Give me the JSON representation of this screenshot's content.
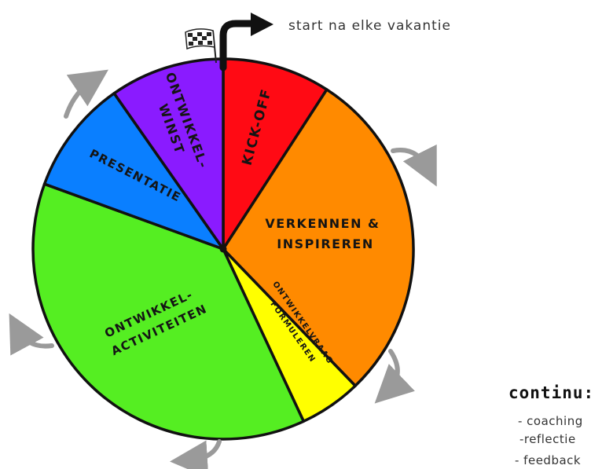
{
  "start_label": "start na elke vakantie",
  "segments": [
    {
      "id": "kickoff",
      "lines": [
        "KICK-OFF"
      ],
      "color": "#ff0a14"
    },
    {
      "id": "verkennen",
      "lines": [
        "VERKENNEN &",
        "INSPIREREN"
      ],
      "color": "#ff8a00"
    },
    {
      "id": "ontwikkelvraag",
      "lines": [
        "ONTWIKKELVRAAG",
        "FORMULEREN"
      ],
      "color": "#ffff00"
    },
    {
      "id": "activiteiten",
      "lines": [
        "ONTWIKKEL-",
        "ACTIVITEITEN"
      ],
      "color": "#55ee22"
    },
    {
      "id": "presentatie",
      "lines": [
        "PRESENTATIE"
      ],
      "color": "#0a7fff"
    },
    {
      "id": "winst",
      "lines": [
        "ONTWIKKEL-",
        "WINST"
      ],
      "color": "#8a1bff"
    }
  ],
  "continu": {
    "title": "continu:",
    "items": [
      "- coaching",
      "-reflectie",
      "- feedback"
    ]
  }
}
